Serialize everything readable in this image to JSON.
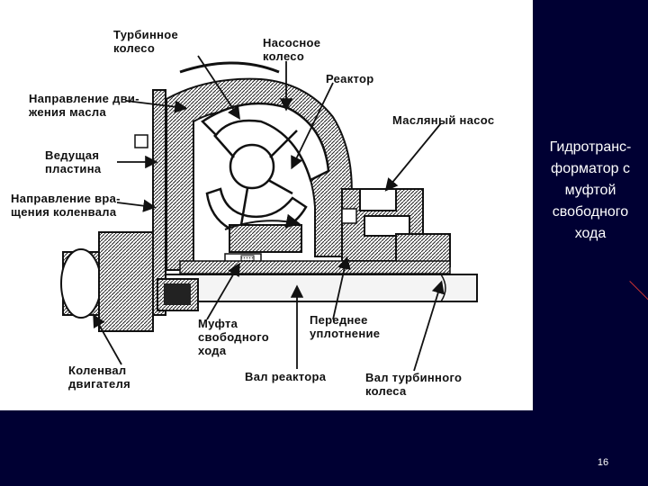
{
  "slide": {
    "caption": "Гидротранс-\nформатор с\nмуфтой\nсвободного\nхода",
    "page_number": "16",
    "colors": {
      "background": "#000033",
      "figure": "#ffffff",
      "text": "#ffffff",
      "accent_line": "#cc3333"
    }
  },
  "figure": {
    "labels": {
      "turbine_wheel": "Турбинное\nколесо",
      "pump_wheel": "Насосное\nколесо",
      "reactor": "Реактор",
      "oil_flow_direction": "Направление дви-\nжения масла",
      "oil_pump": "Масляный насос",
      "drive_plate": "Ведущая\nпластина",
      "crankshaft_rotation": "Направление вра-\nщения коленвала",
      "freewheel_clutch": "Муфта\nсвободного\nхода",
      "front_seal": "Переднее\nуплотнение",
      "engine_crankshaft": "Коленвал\nдвигателя",
      "reactor_shaft": "Вал реактора",
      "turbine_shaft": "Вал турбинного\nколеса"
    }
  }
}
